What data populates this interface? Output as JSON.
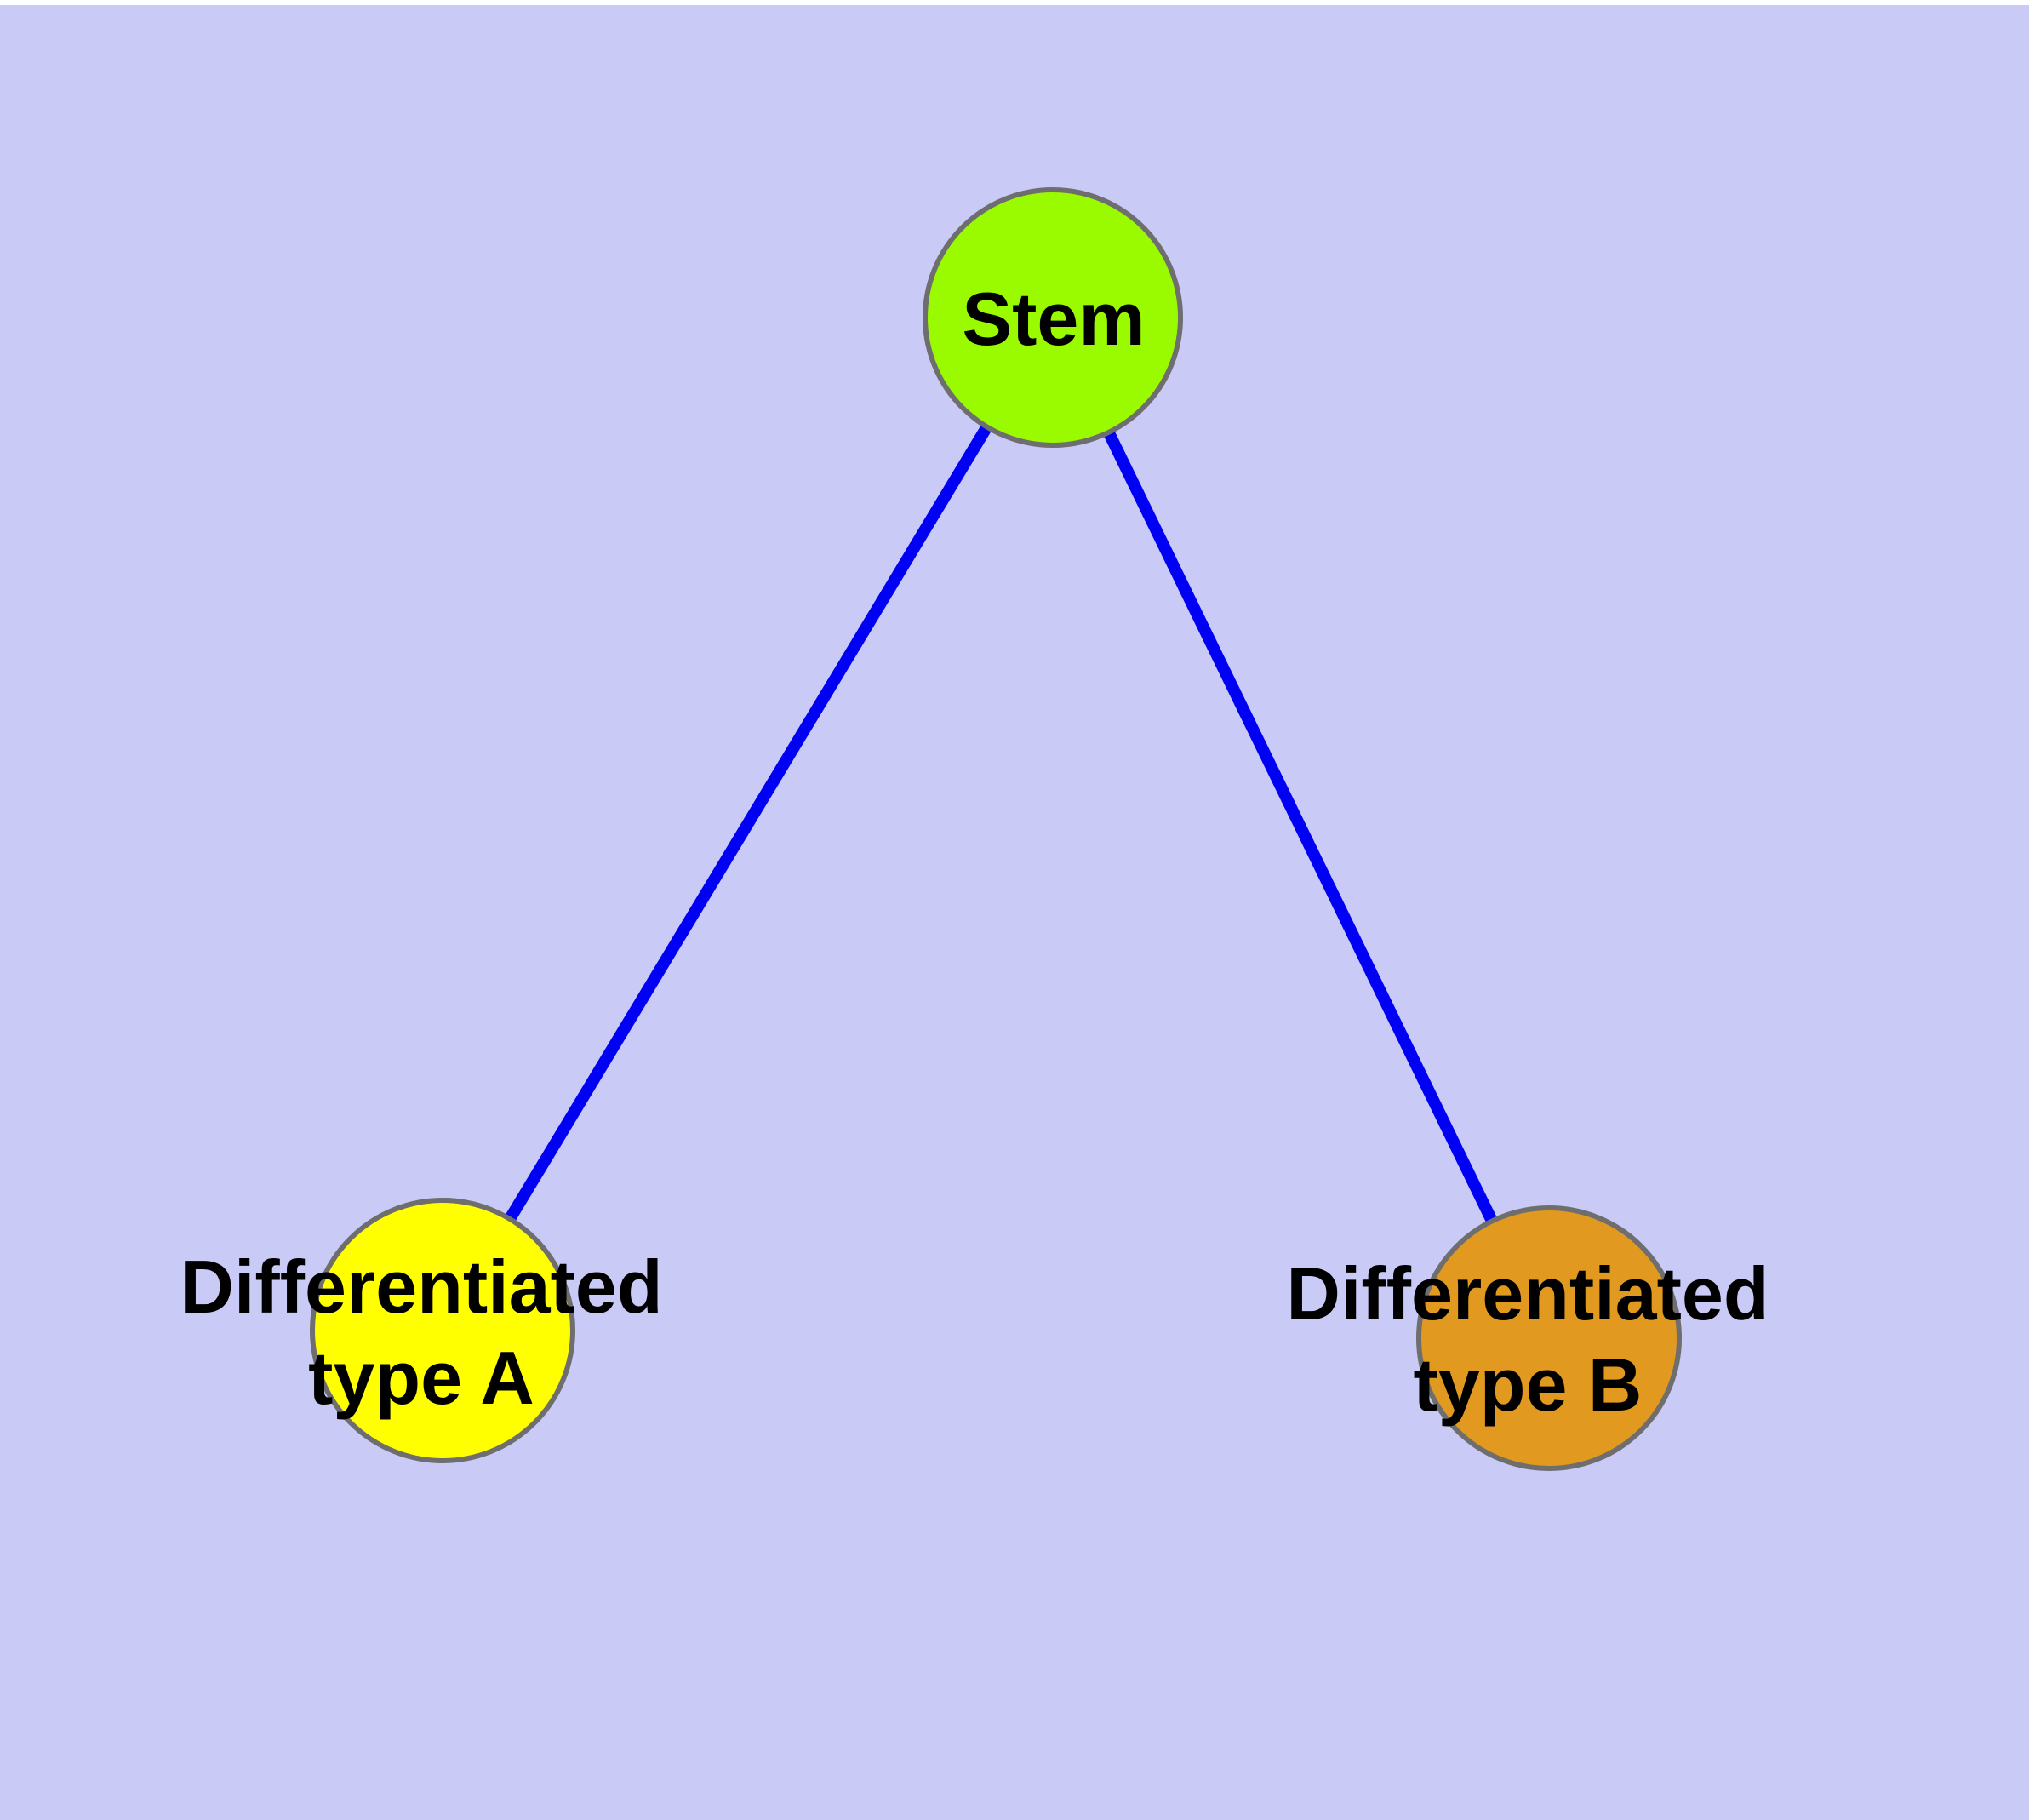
{
  "canvas": {
    "background_color": "#CACAF7",
    "margin_color": "#FFFFFF"
  },
  "style": {
    "label_color": "#000000",
    "node_border_color": "#6E6E6E",
    "edge_color": "#0000F5"
  },
  "nodes": [
    {
      "id": "stem",
      "label": "Stem",
      "fill": "#9AFB00"
    },
    {
      "id": "differentiated-type-a",
      "label_line1": "Differentiated",
      "label_line2": "type A",
      "fill": "#FFFF00"
    },
    {
      "id": "differentiated-type-b",
      "label_line1": "Differentiated",
      "label_line2": "type B",
      "fill": "#E2991F"
    }
  ],
  "edges": [
    {
      "from": "stem",
      "to": "differentiated-type-a"
    },
    {
      "from": "stem",
      "to": "differentiated-type-b"
    }
  ]
}
